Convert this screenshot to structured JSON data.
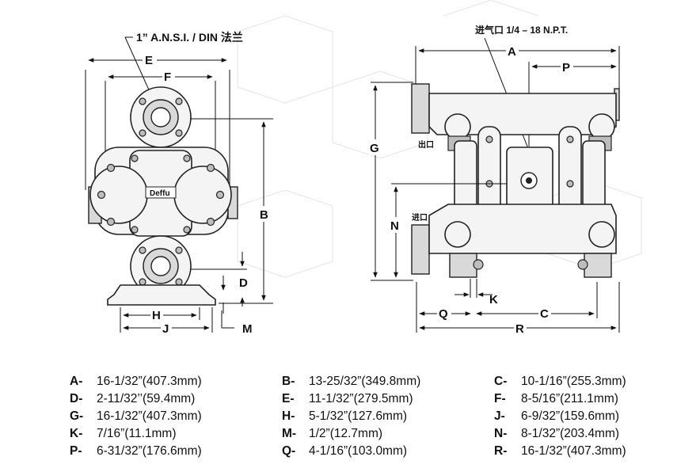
{
  "front_view": {
    "flange_note": "1” A.N.S.I. / DIN 法兰",
    "brand": "Deffu",
    "labels": [
      "E",
      "F",
      "B",
      "D",
      "H",
      "J",
      "M"
    ]
  },
  "side_view": {
    "air_inlet_note": "进气口 1/4 – 18 N.P.T.",
    "outlet_label": "出口",
    "inlet_label": "进口",
    "labels": [
      "A",
      "P",
      "G",
      "N",
      "K",
      "Q",
      "C",
      "R"
    ]
  },
  "dimensions": [
    {
      "letter": "A-",
      "value": "16-1/32”(407.3mm)"
    },
    {
      "letter": "B-",
      "value": "13-25/32”(349.8mm)"
    },
    {
      "letter": "C-",
      "value": "10-1/16”(255.3mm)"
    },
    {
      "letter": "D-",
      "value": "2-11/32’’(59.4mm)"
    },
    {
      "letter": "E-",
      "value": "11-1/32”(279.5mm)"
    },
    {
      "letter": "F-",
      "value": "8-5/16”(211.1mm)"
    },
    {
      "letter": "G-",
      "value": "16-1/32”(407.3mm)"
    },
    {
      "letter": "H-",
      "value": "5-1/32”(127.6mm)"
    },
    {
      "letter": "J-",
      "value": "6-9/32”(159.6mm)"
    },
    {
      "letter": "K-",
      "value": "7/16”(11.1mm)"
    },
    {
      "letter": "M-",
      "value": "1/2”(12.7mm)"
    },
    {
      "letter": "N-",
      "value": "8-1/32”(203.4mm)"
    },
    {
      "letter": "P-",
      "value": "6-31/32”(176.6mm)"
    },
    {
      "letter": "Q-",
      "value": "4-1/16”(103.0mm)"
    },
    {
      "letter": "R-",
      "value": "16-1/32”(407.3mm)"
    }
  ]
}
